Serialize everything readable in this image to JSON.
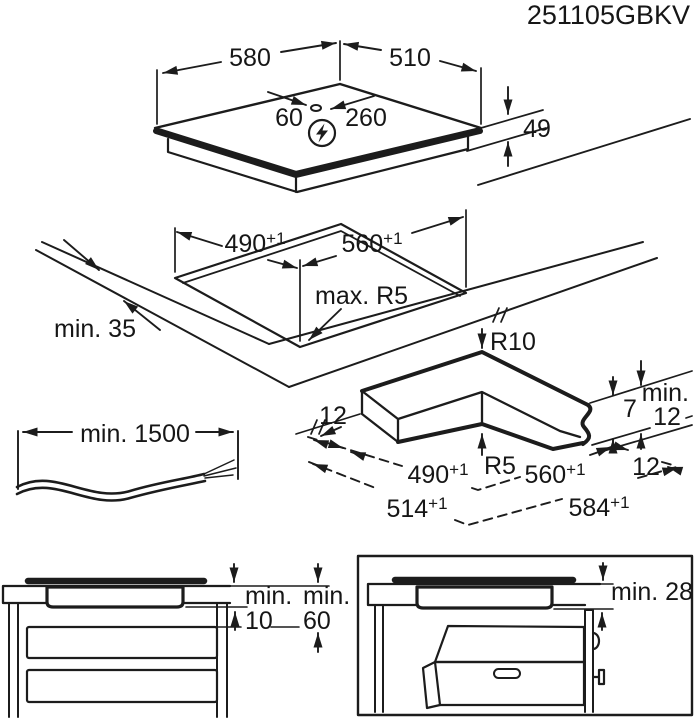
{
  "code": "251105GBKV",
  "hob": {
    "width": "580",
    "depth": "510",
    "conn_left": "60",
    "conn_right": "260",
    "height": "49"
  },
  "cutout": {
    "depth": "490",
    "depth_tol": "+1",
    "width": "560",
    "width_tol": "+1",
    "corner_radius": "max. R5",
    "front_clearance": "min. 35"
  },
  "corner": {
    "outer_radius": "R10",
    "inner_radius": "R5",
    "overlap_left": "12",
    "overlap_right": "12",
    "lip_height": "7",
    "edge_min_prefix": "min.",
    "edge_min_value": "12",
    "cutout_depth": "490",
    "cutout_depth_tol": "+1",
    "cutout_width": "560",
    "cutout_width_tol": "+1",
    "overall_depth": "514",
    "overall_depth_tol": "+1",
    "overall_width": "584",
    "overall_width_tol": "+1"
  },
  "cable": {
    "length": "min. 1500"
  },
  "drawer": {
    "gap_prefix": "min.",
    "gap_value": "10",
    "depth_prefix": "min.",
    "depth_value": "60"
  },
  "oven": {
    "clearance": "min. 28"
  },
  "colors": {
    "ink": "#1c1c1c",
    "background": "#ffffff"
  }
}
